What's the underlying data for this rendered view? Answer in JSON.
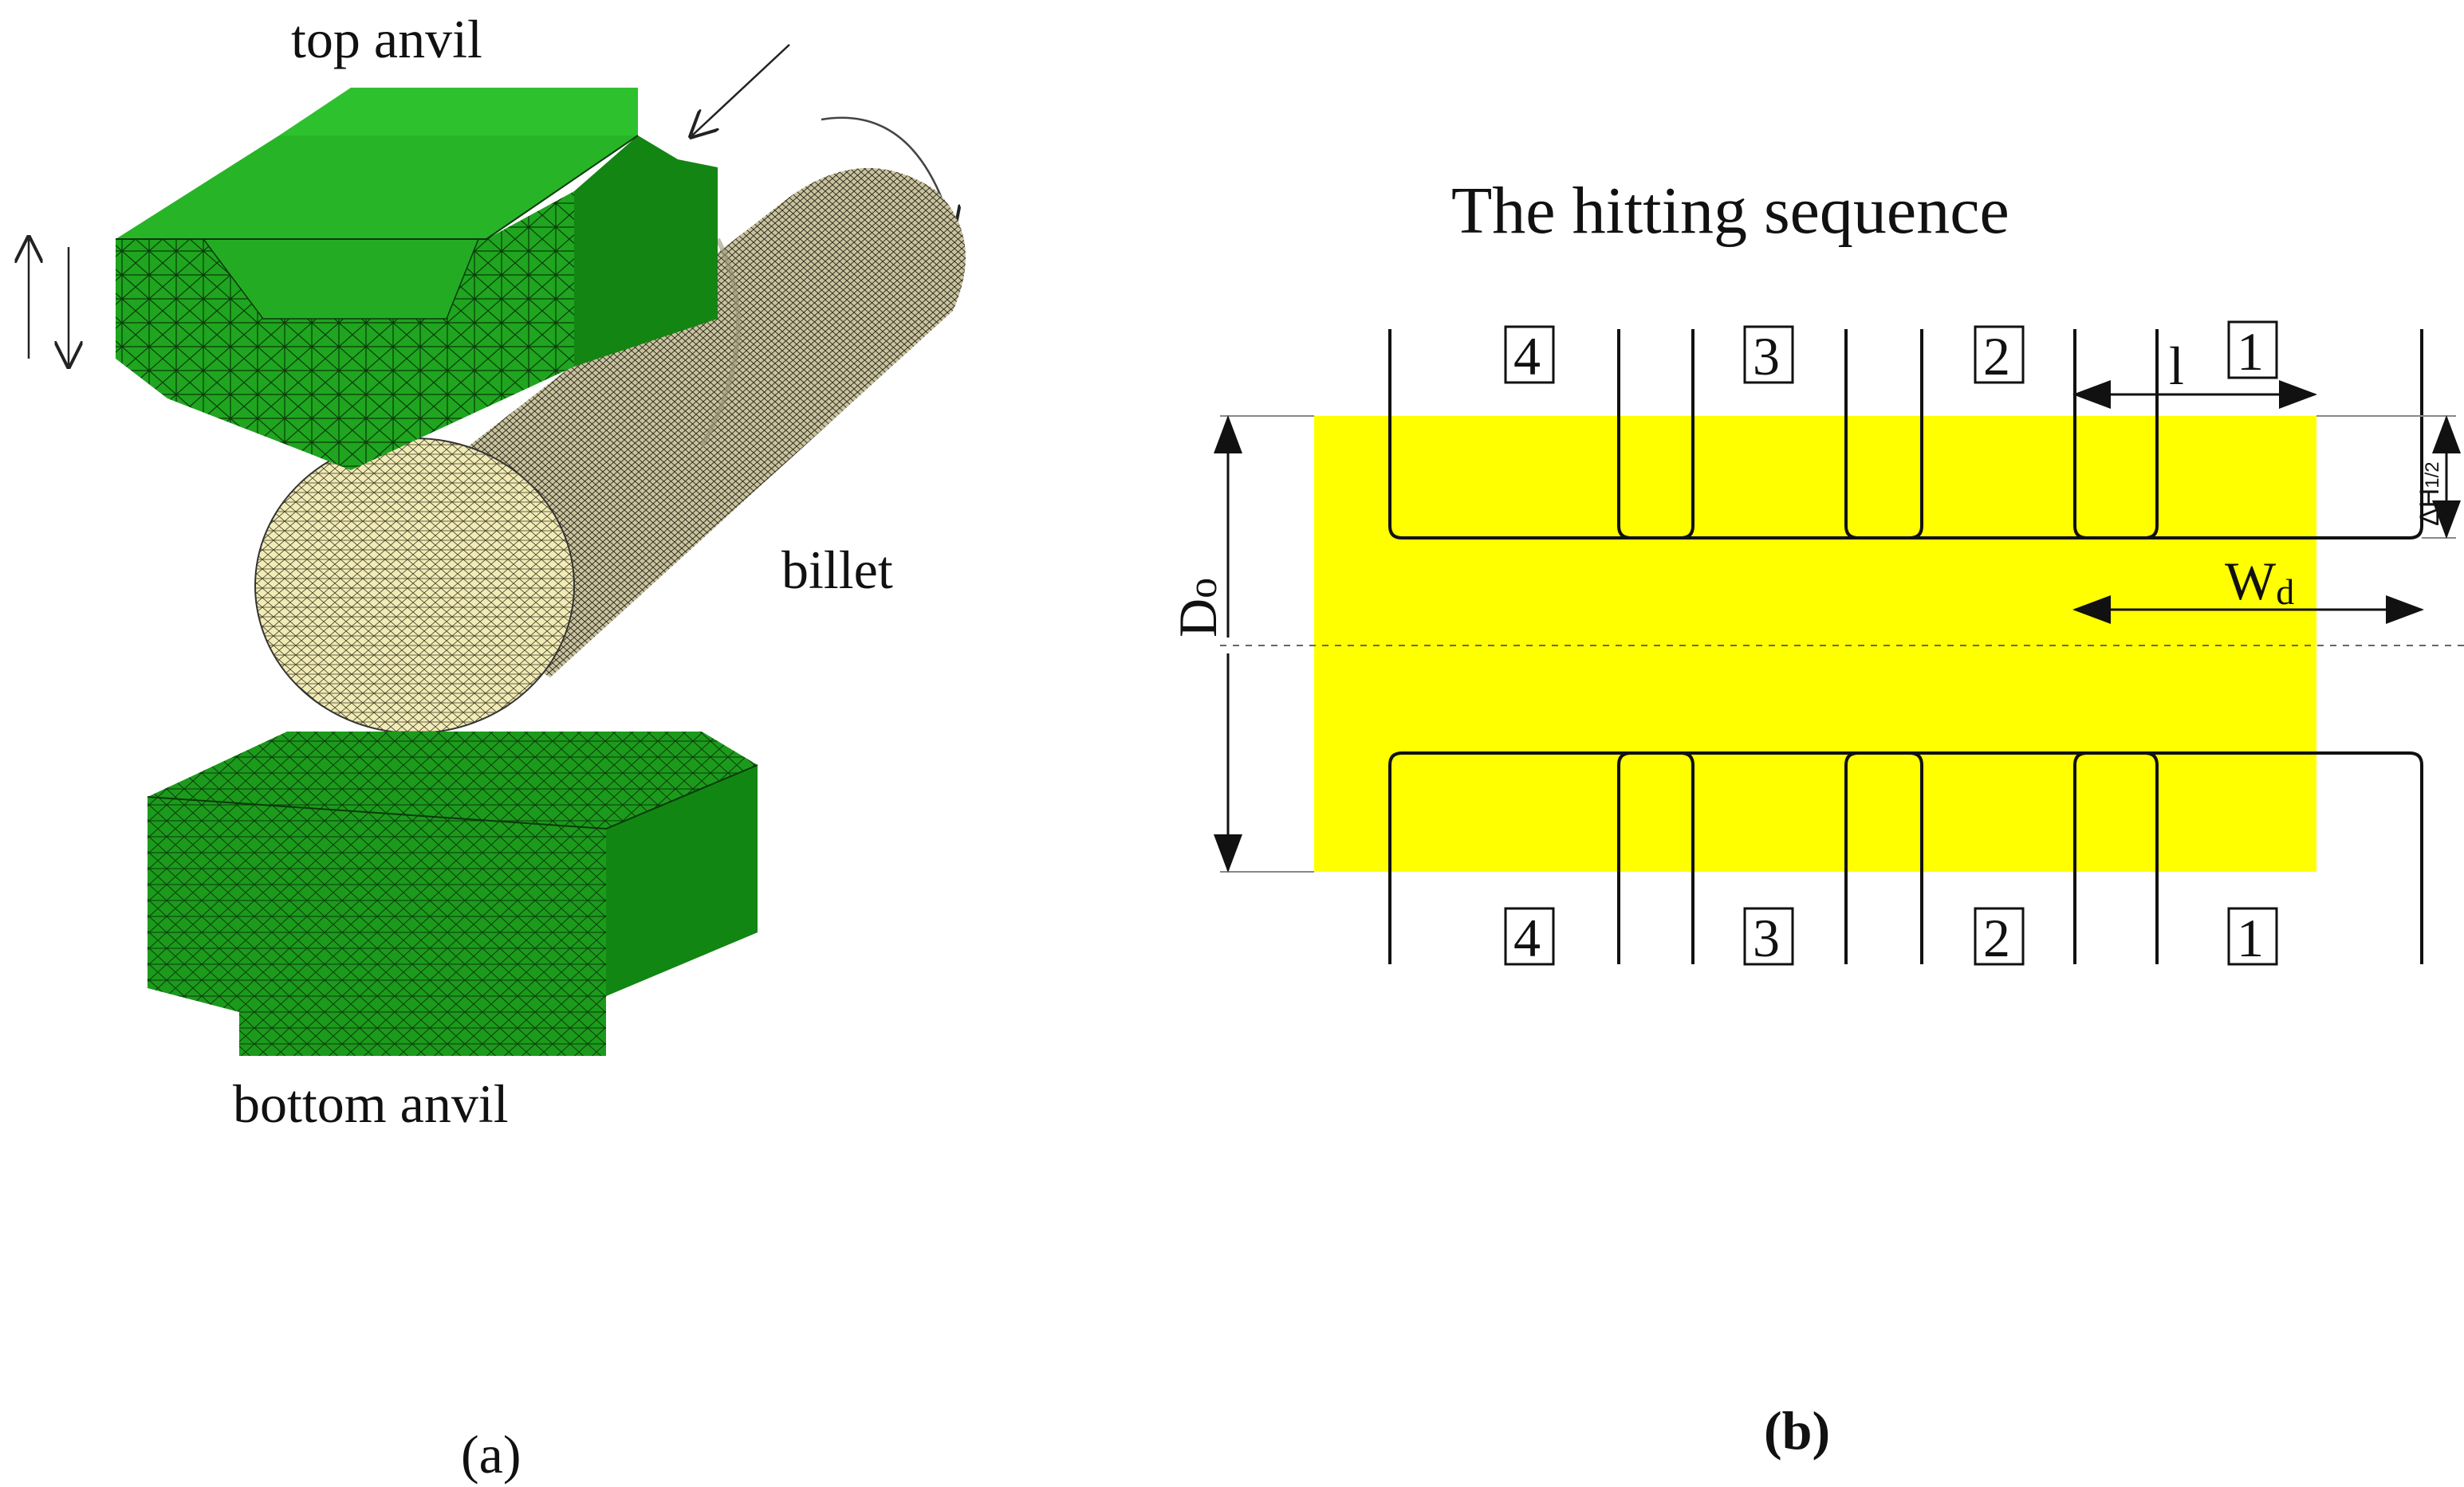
{
  "panel_a": {
    "label_top_anvil": "top anvil",
    "label_billet": "billet",
    "label_bottom_anvil": "bottom anvil",
    "caption_a": "(a)",
    "colors": {
      "anvil": "#1a9c1a",
      "anvil_dark": "#0f6e0f",
      "billet": "#efe7b0",
      "mesh": "#0a3a0a"
    }
  },
  "panel_b": {
    "title": "The hitting sequence",
    "top_numbers": [
      "4",
      "3",
      "2",
      "1"
    ],
    "bottom_numbers": [
      "4",
      "3",
      "2",
      "1"
    ],
    "label_l": "l",
    "label_dh_main": "ΔH",
    "label_dh_sub": "1/2",
    "label_wd_main": "W",
    "label_wd_sub": "d",
    "label_do_main": "D",
    "label_do_sub": "o",
    "caption_b": "(b)",
    "colors": {
      "billet_fill": "#ffff00",
      "line": "#111111",
      "centerline": "#777777"
    }
  }
}
